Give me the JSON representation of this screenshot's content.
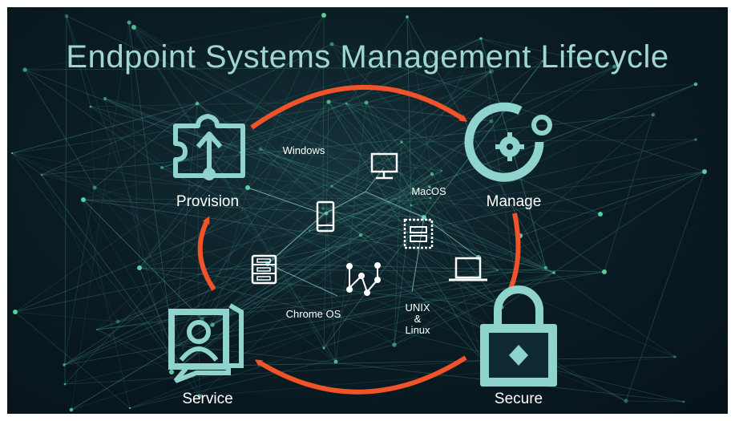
{
  "title": "Endpoint Systems Management Lifecycle",
  "stages": {
    "provision": {
      "label": "Provision",
      "icon": "puzzle-arrow-icon"
    },
    "manage": {
      "label": "Manage",
      "icon": "gear-orbit-icon"
    },
    "secure": {
      "label": "Secure",
      "icon": "padlock-icon"
    },
    "service": {
      "label": "Service",
      "icon": "contact-card-icon"
    }
  },
  "platforms": {
    "windows": "Windows",
    "macos": "MacOS",
    "chrome_os": "Chrome OS",
    "unix_line1": "UNIX",
    "unix_line2": "&",
    "unix_line3": "Linux"
  },
  "colors": {
    "accent": "#8fd4cc",
    "arrow": "#f0532a",
    "title": "#9fd6cf",
    "background": "#0b1d24"
  }
}
